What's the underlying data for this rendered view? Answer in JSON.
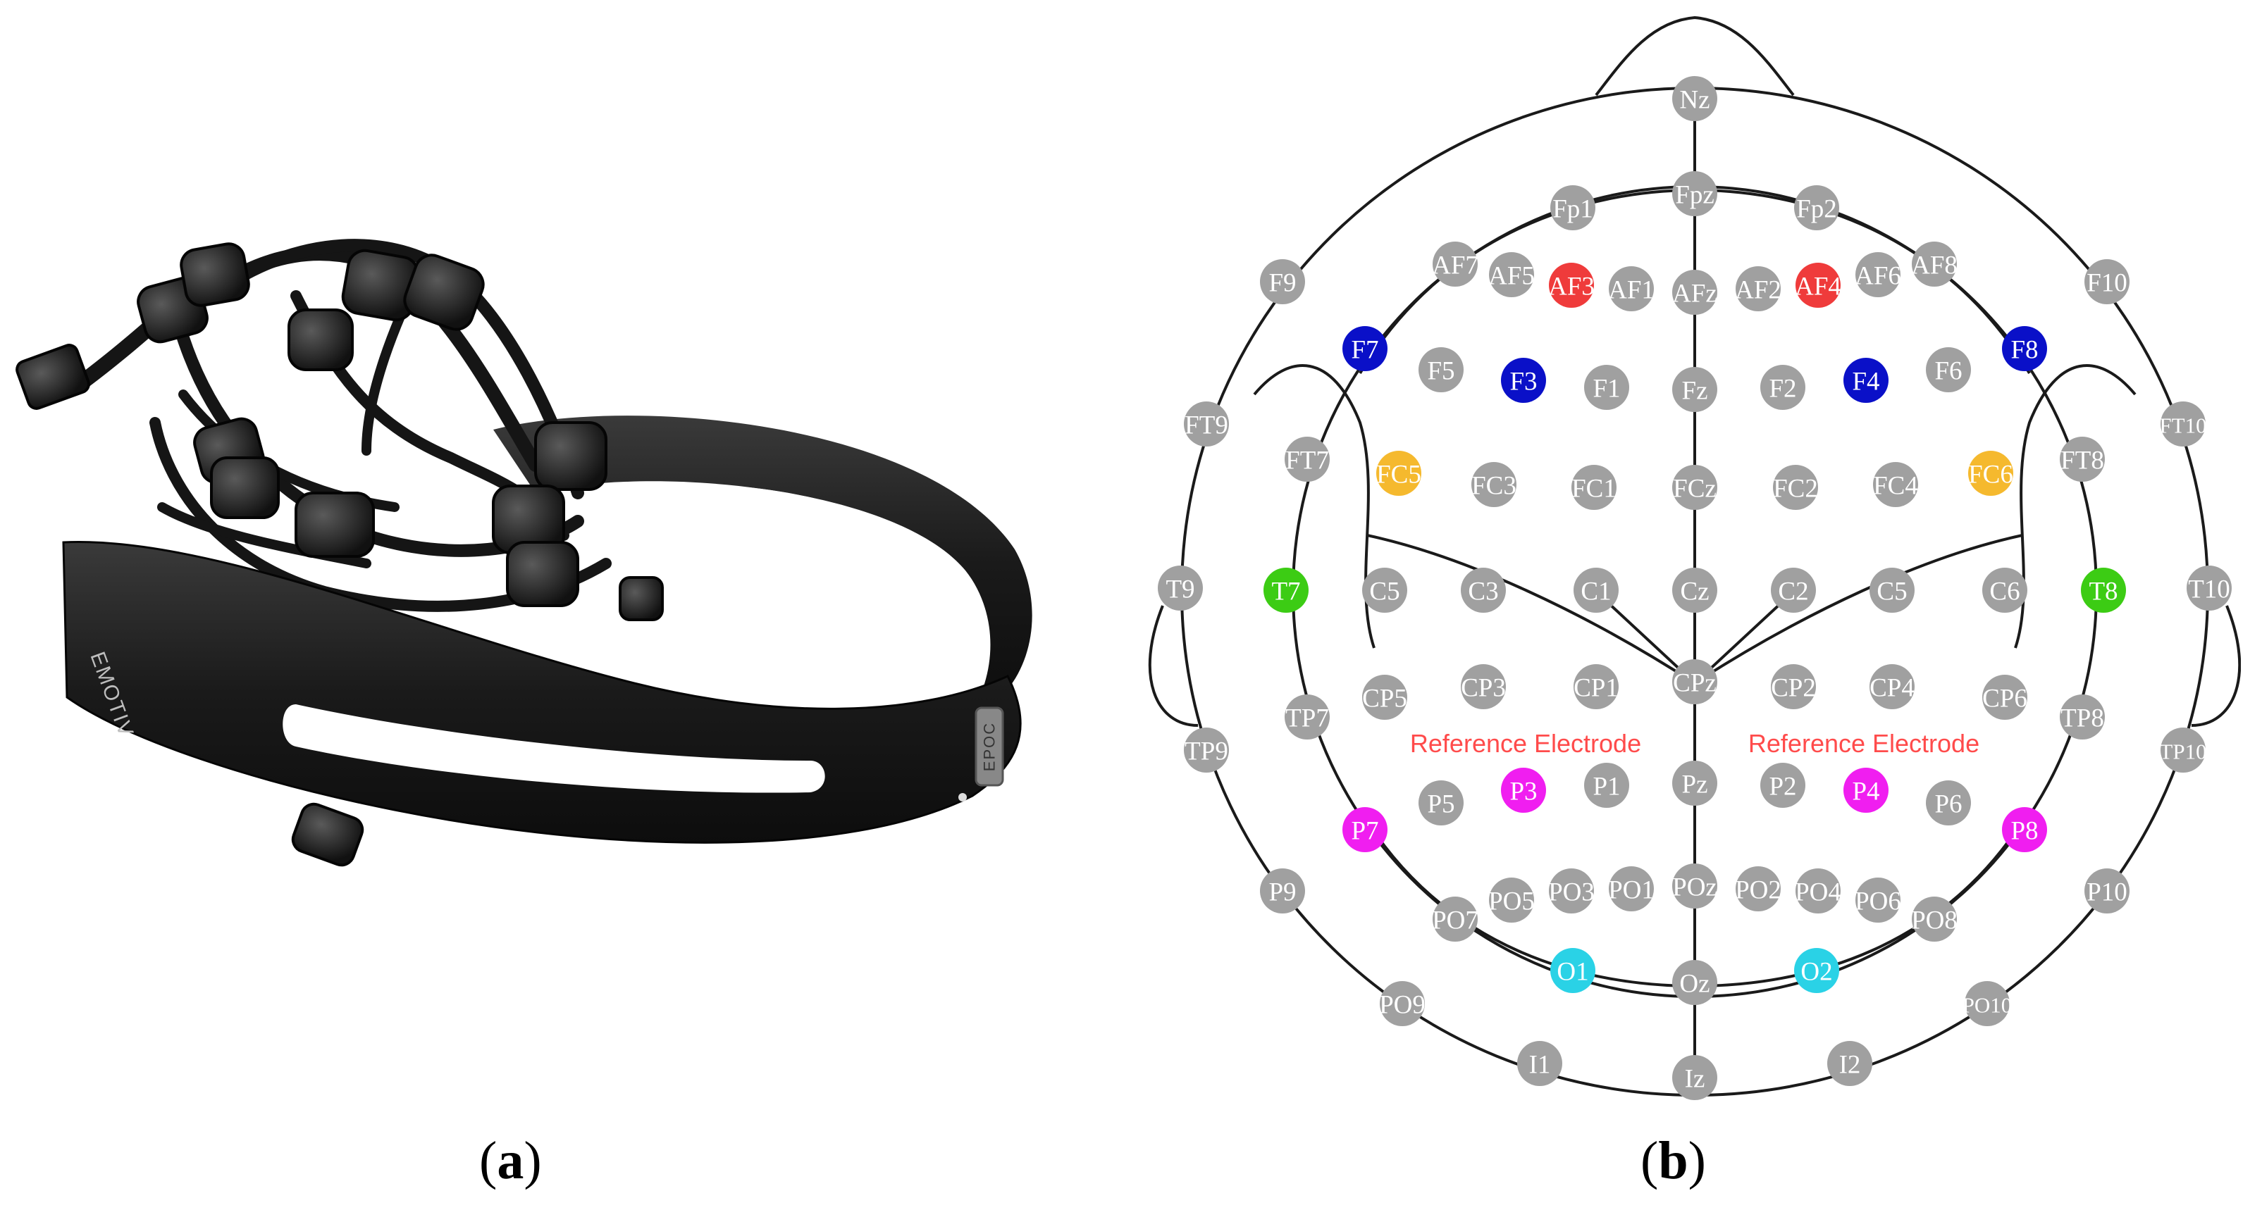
{
  "panels": {
    "a": {
      "caption_open": "(",
      "caption_letter": "a",
      "caption_close": ")",
      "device_brand": "EMOTIV",
      "device_badge": "EPOC"
    },
    "b": {
      "caption_open": "(",
      "caption_letter": "b",
      "caption_close": ")"
    }
  },
  "reference_labels": [
    "Reference Electrode",
    "Reference Electrode"
  ],
  "colors": {
    "inactive": "#a0a0a0",
    "red": "#ef3b3b",
    "blue": "#0a10c8",
    "orange": "#f5b92e",
    "green": "#3ccc14",
    "magenta": "#f01ef0",
    "cyan": "#2ad2e6",
    "reference_text": "#ff4b4b",
    "device_body": "#1c1c1c"
  },
  "electrodes": [
    {
      "label": "Nz",
      "color": "inactive"
    },
    {
      "label": "Fp1",
      "color": "inactive"
    },
    {
      "label": "Fpz",
      "color": "inactive"
    },
    {
      "label": "Fp2",
      "color": "inactive"
    },
    {
      "label": "F9",
      "color": "inactive"
    },
    {
      "label": "AF7",
      "color": "inactive"
    },
    {
      "label": "AF5",
      "color": "inactive"
    },
    {
      "label": "AF3",
      "color": "red"
    },
    {
      "label": "AF1",
      "color": "inactive"
    },
    {
      "label": "AFz",
      "color": "inactive"
    },
    {
      "label": "AF2",
      "color": "inactive"
    },
    {
      "label": "AF4",
      "color": "red"
    },
    {
      "label": "AF6",
      "color": "inactive"
    },
    {
      "label": "AF8",
      "color": "inactive"
    },
    {
      "label": "F10",
      "color": "inactive"
    },
    {
      "label": "F7",
      "color": "blue"
    },
    {
      "label": "F5",
      "color": "inactive"
    },
    {
      "label": "F3",
      "color": "blue"
    },
    {
      "label": "F1",
      "color": "inactive"
    },
    {
      "label": "Fz",
      "color": "inactive"
    },
    {
      "label": "F2",
      "color": "inactive"
    },
    {
      "label": "F4",
      "color": "blue"
    },
    {
      "label": "F6",
      "color": "inactive"
    },
    {
      "label": "F8",
      "color": "blue"
    },
    {
      "label": "FT9",
      "color": "inactive"
    },
    {
      "label": "FT10",
      "color": "inactive"
    },
    {
      "label": "FT7",
      "color": "inactive"
    },
    {
      "label": "FC5",
      "color": "orange"
    },
    {
      "label": "FC3",
      "color": "inactive"
    },
    {
      "label": "FC1",
      "color": "inactive"
    },
    {
      "label": "FCz",
      "color": "inactive"
    },
    {
      "label": "FC2",
      "color": "inactive"
    },
    {
      "label": "FC4",
      "color": "inactive"
    },
    {
      "label": "FC6",
      "color": "orange"
    },
    {
      "label": "FT8",
      "color": "inactive"
    },
    {
      "label": "T9",
      "color": "inactive"
    },
    {
      "label": "T7",
      "color": "green"
    },
    {
      "label": "C5",
      "color": "inactive"
    },
    {
      "label": "C3",
      "color": "inactive"
    },
    {
      "label": "C1",
      "color": "inactive"
    },
    {
      "label": "Cz",
      "color": "inactive"
    },
    {
      "label": "C2",
      "color": "inactive"
    },
    {
      "label": "C5",
      "color": "inactive"
    },
    {
      "label": "C6",
      "color": "inactive"
    },
    {
      "label": "T8",
      "color": "green"
    },
    {
      "label": "T10",
      "color": "inactive"
    },
    {
      "label": "CP5",
      "color": "inactive"
    },
    {
      "label": "CP3",
      "color": "inactive"
    },
    {
      "label": "CP1",
      "color": "inactive"
    },
    {
      "label": "CPz",
      "color": "inactive"
    },
    {
      "label": "CP2",
      "color": "inactive"
    },
    {
      "label": "CP4",
      "color": "inactive"
    },
    {
      "label": "CP6",
      "color": "inactive"
    },
    {
      "label": "TP7",
      "color": "inactive"
    },
    {
      "label": "TP8",
      "color": "inactive"
    },
    {
      "label": "TP9",
      "color": "inactive"
    },
    {
      "label": "TP10",
      "color": "inactive"
    },
    {
      "label": "P7",
      "color": "magenta"
    },
    {
      "label": "P5",
      "color": "inactive"
    },
    {
      "label": "P3",
      "color": "magenta"
    },
    {
      "label": "P1",
      "color": "inactive"
    },
    {
      "label": "Pz",
      "color": "inactive"
    },
    {
      "label": "P2",
      "color": "inactive"
    },
    {
      "label": "P4",
      "color": "magenta"
    },
    {
      "label": "P6",
      "color": "inactive"
    },
    {
      "label": "P8",
      "color": "magenta"
    },
    {
      "label": "P9",
      "color": "inactive"
    },
    {
      "label": "P10",
      "color": "inactive"
    },
    {
      "label": "PO7",
      "color": "inactive"
    },
    {
      "label": "PO5",
      "color": "inactive"
    },
    {
      "label": "PO3",
      "color": "inactive"
    },
    {
      "label": "PO1",
      "color": "inactive"
    },
    {
      "label": "POz",
      "color": "inactive"
    },
    {
      "label": "PO2",
      "color": "inactive"
    },
    {
      "label": "PO4",
      "color": "inactive"
    },
    {
      "label": "PO6",
      "color": "inactive"
    },
    {
      "label": "PO8",
      "color": "inactive"
    },
    {
      "label": "O1",
      "color": "cyan"
    },
    {
      "label": "Oz",
      "color": "inactive"
    },
    {
      "label": "O2",
      "color": "cyan"
    },
    {
      "label": "PO9",
      "color": "inactive"
    },
    {
      "label": "PO10",
      "color": "inactive"
    },
    {
      "label": "I1",
      "color": "inactive"
    },
    {
      "label": "Iz",
      "color": "inactive"
    },
    {
      "label": "I2",
      "color": "inactive"
    }
  ]
}
